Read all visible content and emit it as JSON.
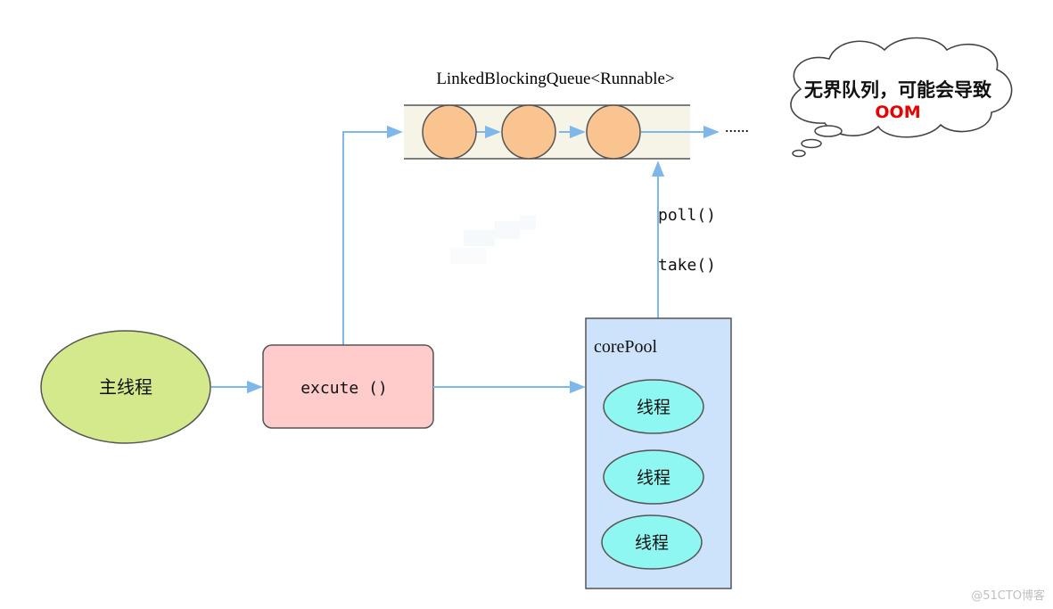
{
  "queue": {
    "label": "LinkedBlockingQueue<Runnable>",
    "continuation": "......"
  },
  "cloud": {
    "line1": "无界队列，可能会导致",
    "line2": "OOM"
  },
  "methods": {
    "poll": "poll()",
    "take": "take()"
  },
  "main_thread": {
    "label": "主线程"
  },
  "execute": {
    "label": "excute ()"
  },
  "core_pool": {
    "label": "corePool",
    "threads": [
      "线程",
      "线程",
      "线程"
    ]
  },
  "watermark": "@51CTO博客",
  "colors": {
    "arrow": "#7fb7ea",
    "queue_bg": "#f6f3e7",
    "queue_item": "#f9c48f",
    "main_thread_fill": "#d3e98c",
    "execute_fill": "#ffcbcb",
    "core_pool_fill": "#cce3fb",
    "thread_fill": "#8ff7f2",
    "oom_text": "#e60000"
  }
}
